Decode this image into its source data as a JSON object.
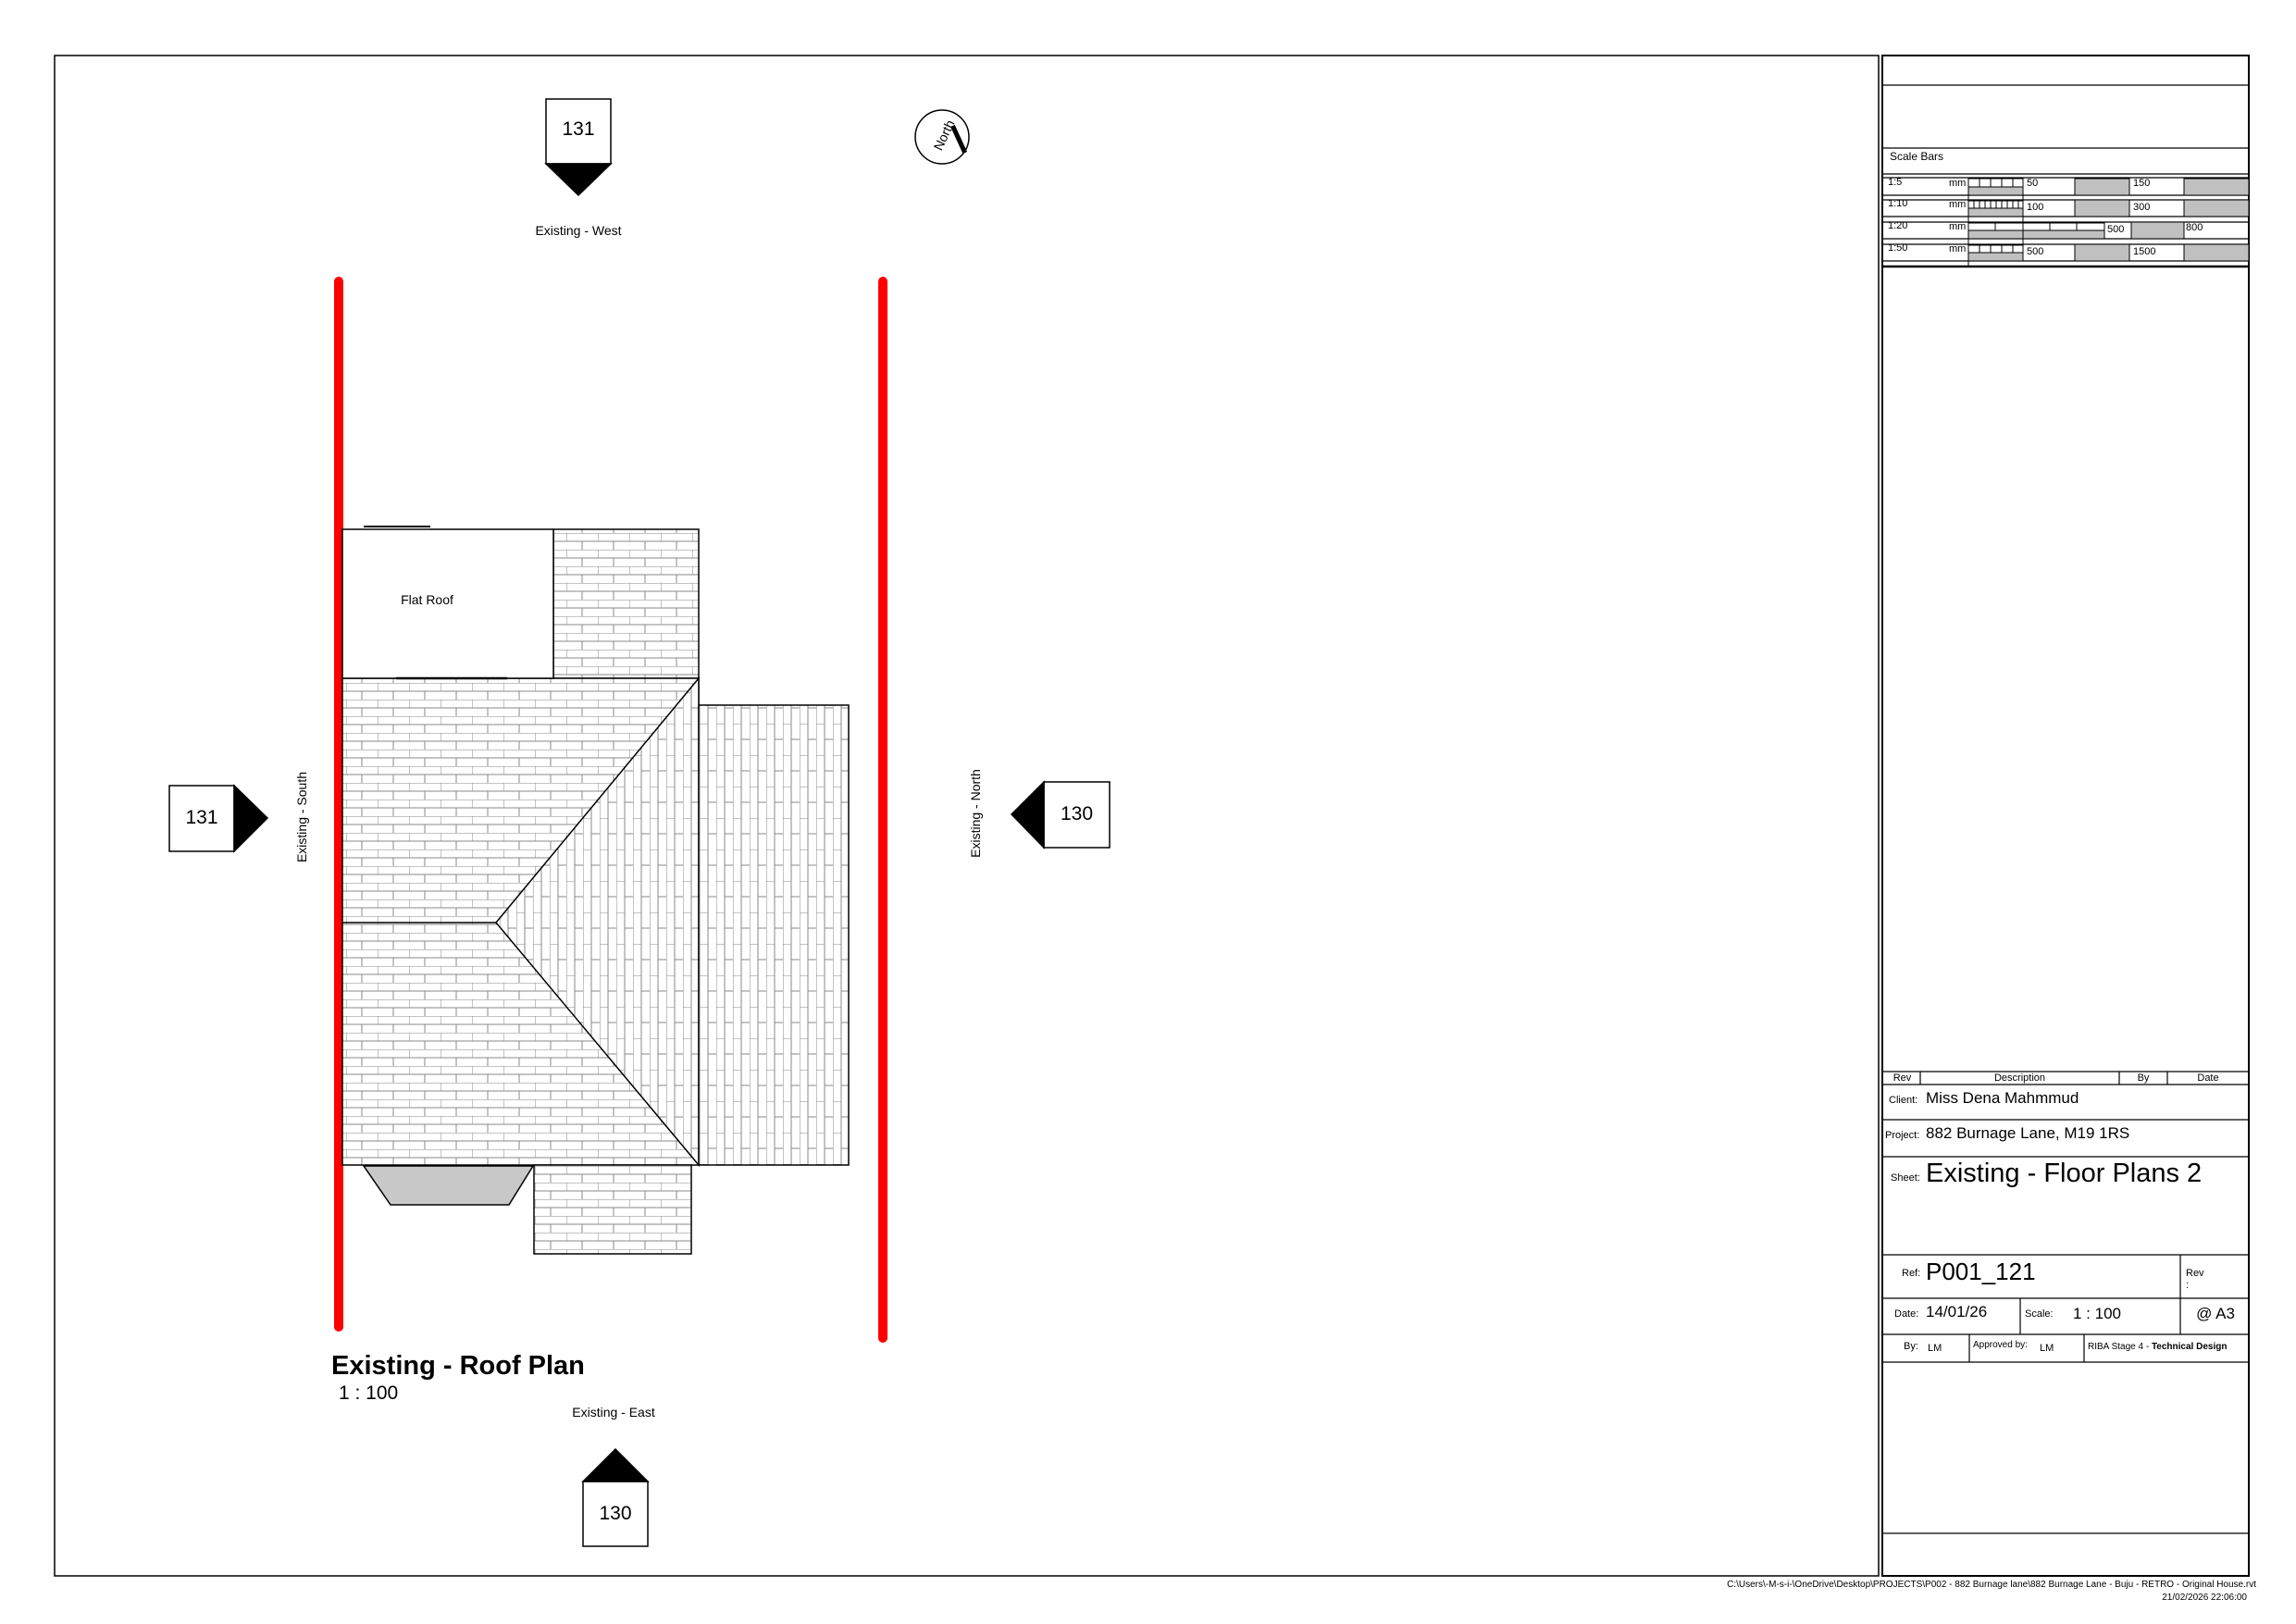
{
  "drawing": {
    "title": "Existing - Roof Plan",
    "scale": "1 : 100",
    "flat_roof_label": "Flat Roof",
    "north_label": "North",
    "markers": {
      "top": {
        "number": "131",
        "label": "Existing - West"
      },
      "left": {
        "number": "131",
        "label": "Existing - South"
      },
      "right": {
        "number": "130",
        "label": "Existing - North"
      },
      "bottom": {
        "number": "130",
        "label": "Existing - East"
      }
    },
    "boundary_color": "#ff0000"
  },
  "scale_bars": {
    "heading": "Scale Bars",
    "rows": [
      {
        "ratio": "1:5",
        "unit": "mm",
        "v1": "50",
        "v2": "150"
      },
      {
        "ratio": "1:10",
        "unit": "mm",
        "v1": "100",
        "v2": "300"
      },
      {
        "ratio": "1:20",
        "unit": "mm",
        "v1": "500",
        "v2": "800"
      },
      {
        "ratio": "1:50",
        "unit": "mm",
        "v1": "500",
        "v2": "1500"
      }
    ]
  },
  "title_block": {
    "rev_header": {
      "rev": "Rev",
      "description": "Description",
      "by": "By",
      "date": "Date"
    },
    "client_label": "Client:",
    "client": "Miss Dena Mahmmud",
    "project_label": "Project:",
    "project": "882 Burnage Lane, M19 1RS",
    "sheet_label": "Sheet:",
    "sheet": "Existing - Floor Plans 2",
    "ref_label": "Ref:",
    "ref": "P001_121",
    "rev_label": "Rev",
    "rev_colon": ":",
    "date_label": "Date:",
    "date": "14/01/26",
    "scale_label": "Scale:",
    "scale": "1 : 100",
    "paper": "@ A3",
    "by_label": "By:",
    "by": "LM",
    "approved_label": "Approved by:",
    "approved": "LM",
    "stage": "RIBA Stage 4 - ",
    "stage_bold": "Technical Design"
  },
  "footer": {
    "path": "C:\\Users\\-M-s-i-\\OneDrive\\Desktop\\PROJECTS\\P002 - 882 Burnage lane\\882 Burnage Lane - Buju - RETRO - Original House.rvt",
    "timestamp": "21/02/2026 22:06:00"
  }
}
